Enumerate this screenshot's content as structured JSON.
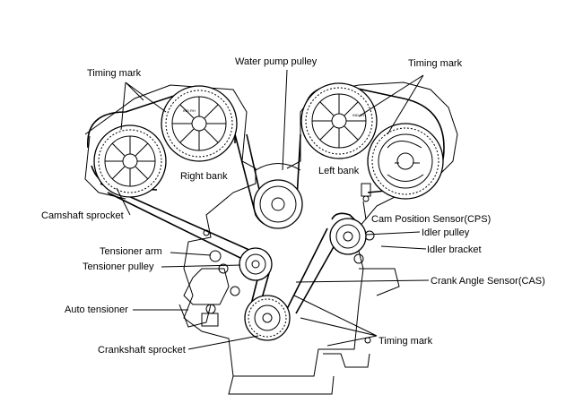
{
  "labels": {
    "timing_mark_left": "Timing mark",
    "water_pump_pulley": "Water pump pulley",
    "timing_mark_right": "Timing mark",
    "right_bank": "Right bank",
    "left_bank": "Left bank",
    "camshaft_sprocket": "Camshaft sprocket",
    "cam_position_sensor": "Cam Position Sensor(CPS)",
    "idler_pulley": "Idler pulley",
    "idler_bracket": "Idler bracket",
    "tensioner_arm": "Tensioner arm",
    "tensioner_pulley": "Tensioner pulley",
    "crank_angle_sensor": "Crank Angle Sensor(CAS)",
    "auto_tensioner": "Auto tensioner",
    "timing_mark_bottom": "Timing mark",
    "crankshaft_sprocket": "Crankshaft sprocket"
  },
  "sprocket_marks": {
    "right_inner": "IND RH",
    "left_inner": "IND LH"
  }
}
